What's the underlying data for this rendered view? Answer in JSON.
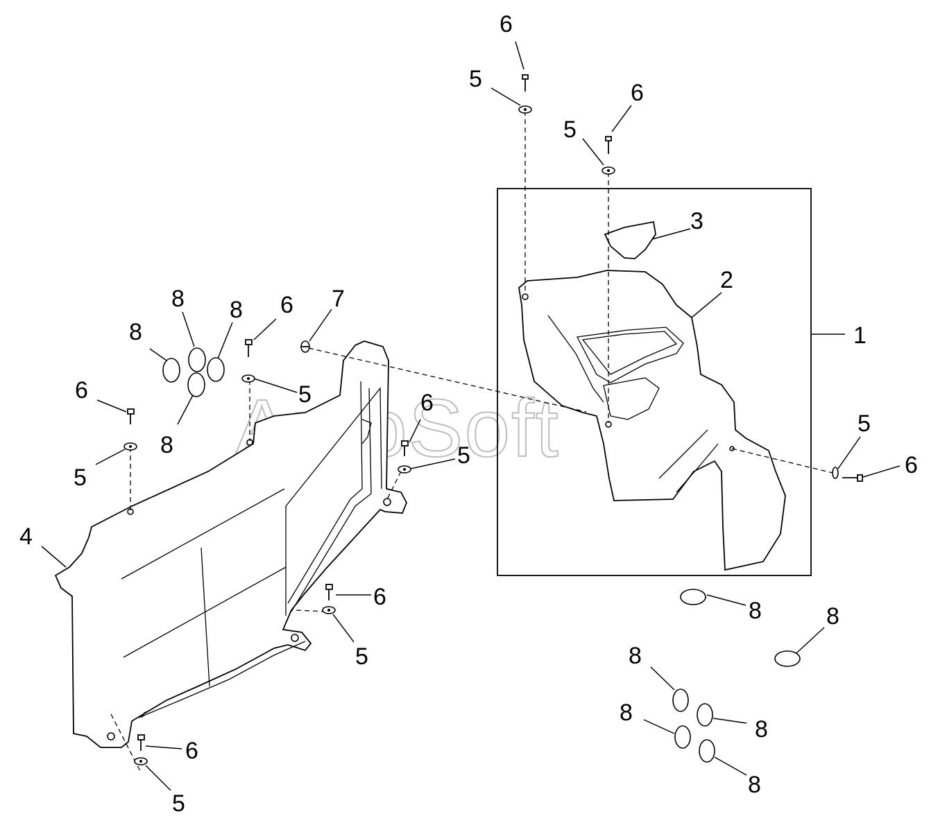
{
  "watermark": "AutoSoft",
  "callouts": {
    "c1": "1",
    "c2": "2",
    "c3": "3",
    "c4": "4",
    "c5": "5",
    "c6": "6",
    "c7": "7",
    "c8": "8"
  },
  "colors": {
    "line": "#000000",
    "background": "#ffffff",
    "watermark": "#bdbdbd"
  }
}
